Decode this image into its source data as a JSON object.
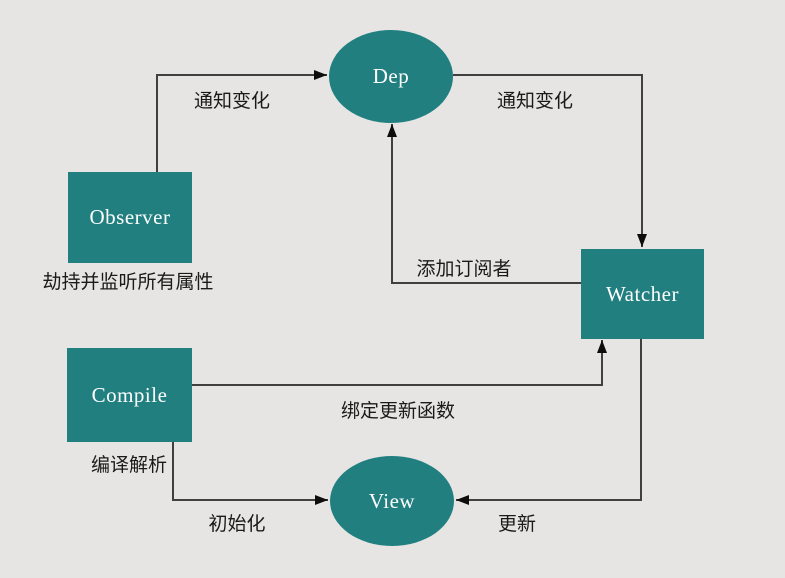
{
  "diagram": {
    "nodes": [
      {
        "id": "dep",
        "label": "Dep",
        "shape": "ellipse"
      },
      {
        "id": "observer",
        "label": "Observer",
        "shape": "rect"
      },
      {
        "id": "watcher",
        "label": "Watcher",
        "shape": "rect"
      },
      {
        "id": "compile",
        "label": "Compile",
        "shape": "rect"
      },
      {
        "id": "view",
        "label": "View",
        "shape": "ellipse"
      }
    ],
    "edges": [
      {
        "from": "observer",
        "to": "dep",
        "label": "通知变化"
      },
      {
        "from": "dep",
        "to": "watcher",
        "label": "通知变化"
      },
      {
        "from": "watcher",
        "to": "dep",
        "label": "添加订阅者"
      },
      {
        "from": "compile",
        "to": "watcher",
        "label": "绑定更新函数"
      },
      {
        "from": "compile",
        "to": "view",
        "label": "初始化"
      },
      {
        "from": "watcher",
        "to": "view",
        "label": "更新"
      }
    ],
    "captions": [
      {
        "for": "observer",
        "label": "劫持并监听所有属性"
      },
      {
        "for": "compile",
        "label": "编译解析"
      }
    ],
    "colors": {
      "node_fill": "#217f80",
      "background": "#e6e5e4",
      "line": "#404040",
      "arrow": "#0d0d0d",
      "text_on_node": "#ffffff",
      "label_text": "#1a1a1a"
    }
  }
}
